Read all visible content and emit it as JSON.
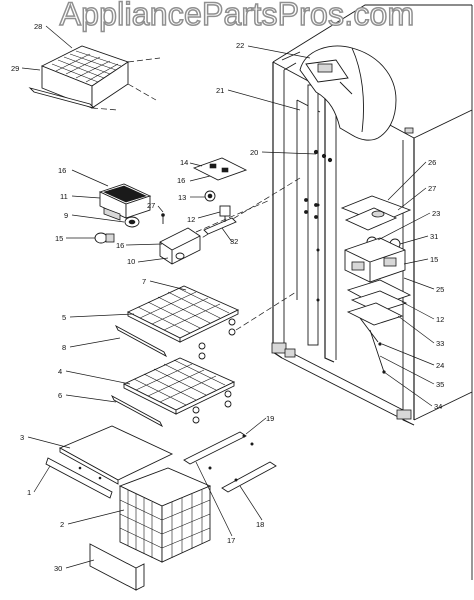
{
  "watermark": "AppliancePartsPros.com",
  "callouts": {
    "c1": "1",
    "c2": "2",
    "c3": "3",
    "c4": "4",
    "c5": "5",
    "c6": "6",
    "c7": "7",
    "c8": "8",
    "c9": "9",
    "c10": "10",
    "c11": "11",
    "c12a": "12",
    "c12b": "12",
    "c13": "13",
    "c14": "14",
    "c15a": "15",
    "c15b": "15",
    "c16a": "16",
    "c16b": "16",
    "c16c": "16",
    "c17": "17",
    "c18": "18",
    "c19": "19",
    "c20": "20",
    "c21": "21",
    "c22": "22",
    "c23": "23",
    "c24": "24",
    "c25": "25",
    "c26": "26",
    "c27a": "27",
    "c27b": "27",
    "c28": "28",
    "c29": "29",
    "c30": "30",
    "c31": "31",
    "c32": "32",
    "c33": "33",
    "c34": "34",
    "c35": "35"
  }
}
